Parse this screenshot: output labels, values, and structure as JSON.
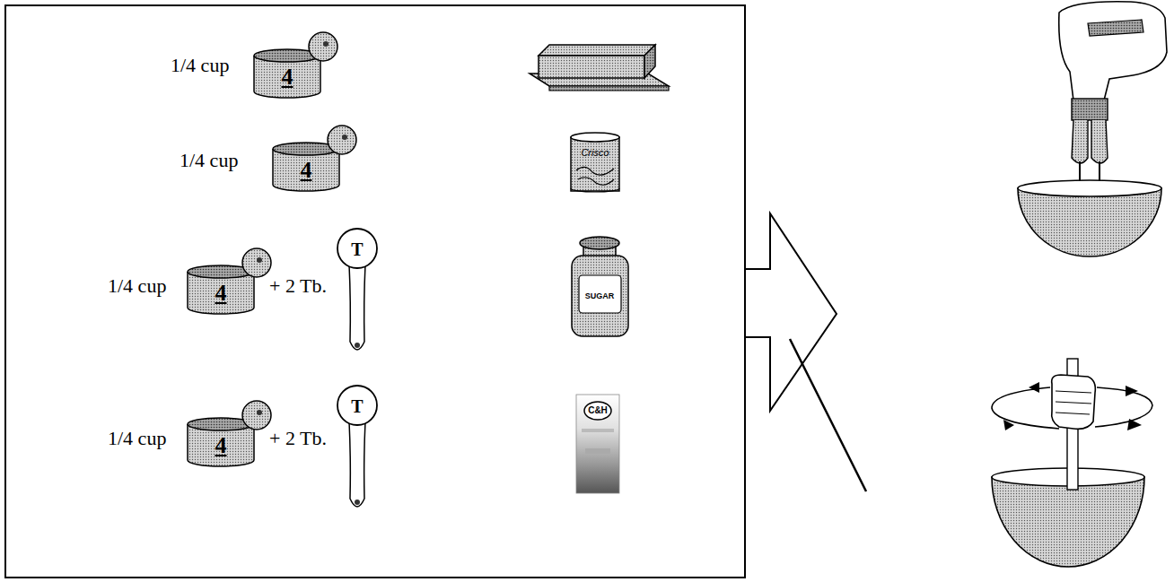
{
  "diagram": {
    "nodes": [
      {
        "text": [
          "1/4 cup",
          "1/4 cup",
          "1/4 cup",
          "+ 2 Tb.",
          "1/4 cup",
          "+ 2 Tb."
        ]
      }
    ],
    "labels": [
      "4",
      "4",
      "Crisco",
      "4",
      "T",
      "SUGAR",
      "4",
      "T",
      "C&H"
    ]
  }
}
